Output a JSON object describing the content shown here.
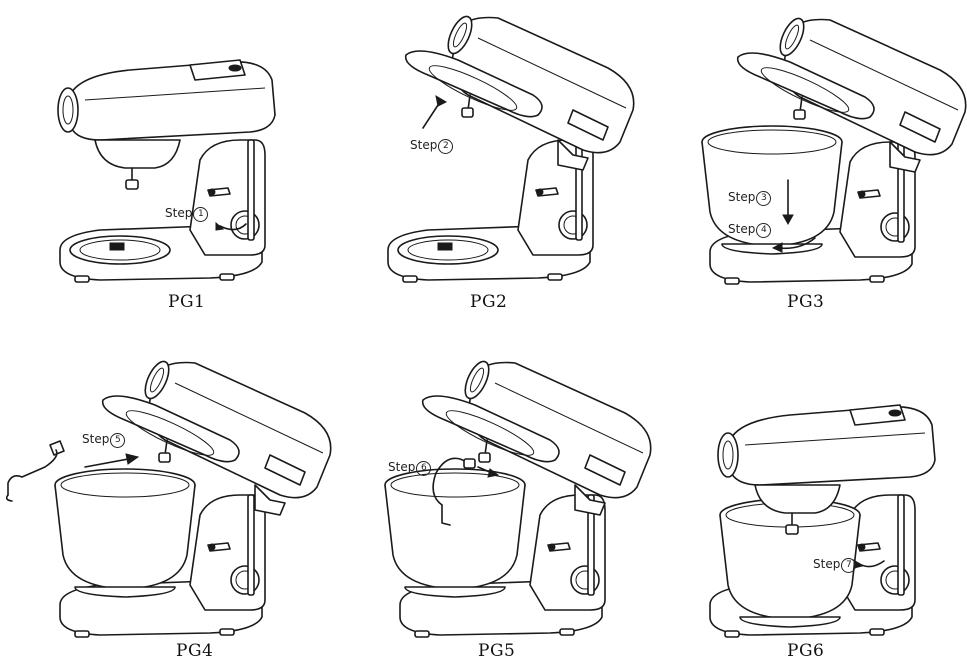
{
  "panels": [
    {
      "caption": "PG1",
      "steps": [
        {
          "label": "Step",
          "num": "1"
        }
      ]
    },
    {
      "caption": "PG2",
      "steps": [
        {
          "label": "Step",
          "num": "2"
        }
      ]
    },
    {
      "caption": "PG3",
      "steps": [
        {
          "label": "Step",
          "num": "3"
        },
        {
          "label": "Step",
          "num": "4"
        }
      ]
    },
    {
      "caption": "PG4",
      "steps": [
        {
          "label": "Step",
          "num": "5"
        }
      ]
    },
    {
      "caption": "PG5",
      "steps": [
        {
          "label": "Step",
          "num": "6"
        }
      ]
    },
    {
      "caption": "PG6",
      "steps": [
        {
          "label": "Step",
          "num": "7"
        }
      ]
    }
  ]
}
